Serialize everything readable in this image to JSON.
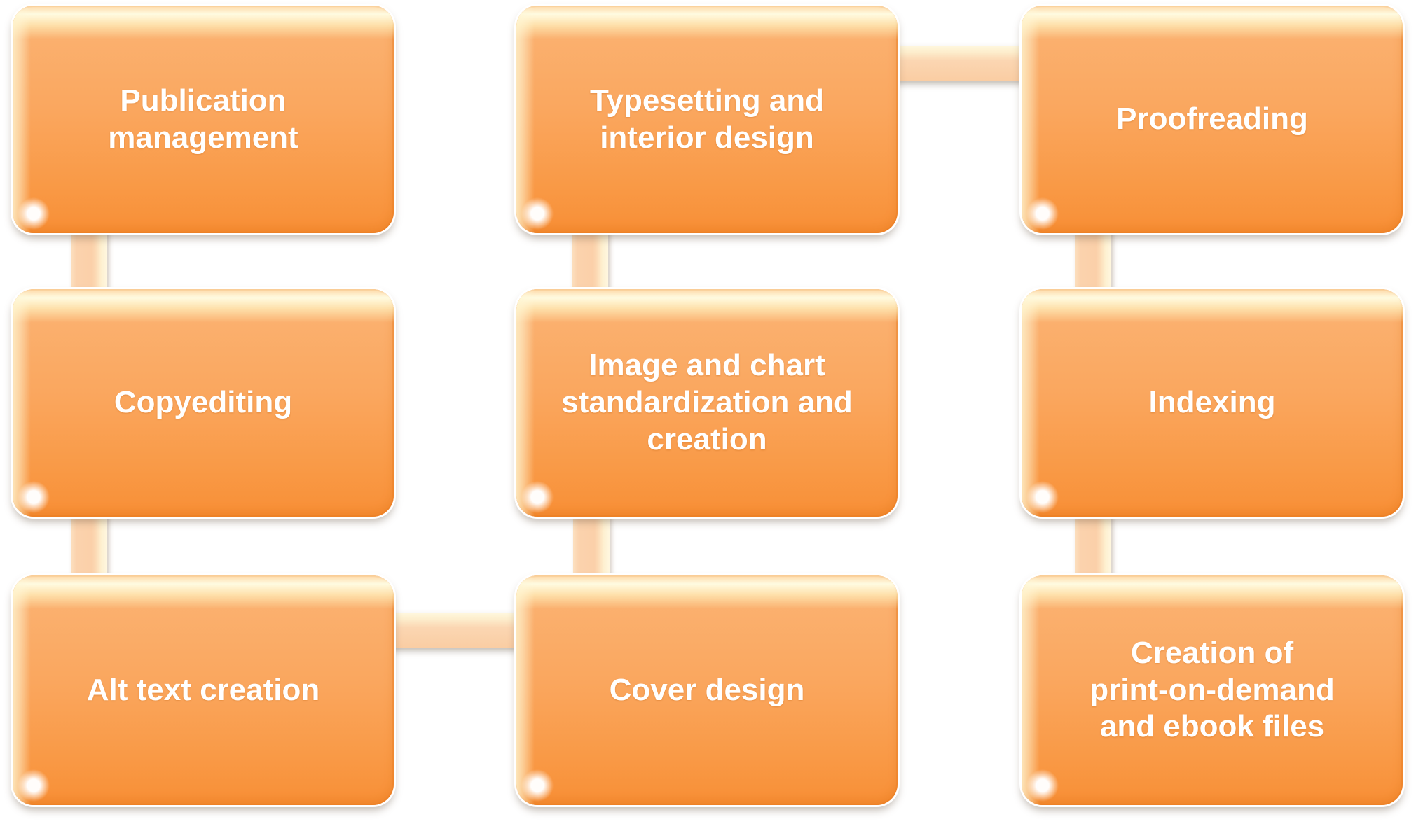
{
  "diagram": {
    "type": "process-flow-diagram",
    "background": "#FFFFFF",
    "colors": {
      "box_gradient_top": "#FCBA7E",
      "box_gradient_bottom": "#F88F36",
      "box_rim": "#EE8026",
      "gloss_highlight": "#FFFDE4",
      "connector_fill": "#FBD0A9",
      "connector_highlight": "#FFF7E0",
      "label_text": "#FFFFFF"
    },
    "nodes": [
      {
        "id": "publication-management",
        "label": "Publication\nmanagement"
      },
      {
        "id": "typesetting-interior-design",
        "label": "Typesetting and\ninterior design"
      },
      {
        "id": "proofreading",
        "label": "Proofreading"
      },
      {
        "id": "copyediting",
        "label": "Copyediting"
      },
      {
        "id": "image-chart-standardization",
        "label": "Image and chart\nstandardization and\ncreation"
      },
      {
        "id": "indexing",
        "label": "Indexing"
      },
      {
        "id": "alt-text-creation",
        "label": "Alt text creation"
      },
      {
        "id": "cover-design",
        "label": "Cover design"
      },
      {
        "id": "print-on-demand-ebook-files",
        "label": "Creation of\nprint-on-demand\nand ebook files"
      }
    ],
    "connections": [
      {
        "from": "publication-management",
        "to": "copyediting"
      },
      {
        "from": "copyediting",
        "to": "alt-text-creation"
      },
      {
        "from": "alt-text-creation",
        "to": "cover-design"
      },
      {
        "from": "cover-design",
        "to": "image-chart-standardization"
      },
      {
        "from": "image-chart-standardization",
        "to": "typesetting-interior-design"
      },
      {
        "from": "typesetting-interior-design",
        "to": "proofreading"
      },
      {
        "from": "proofreading",
        "to": "indexing"
      },
      {
        "from": "indexing",
        "to": "print-on-demand-ebook-files"
      }
    ]
  }
}
